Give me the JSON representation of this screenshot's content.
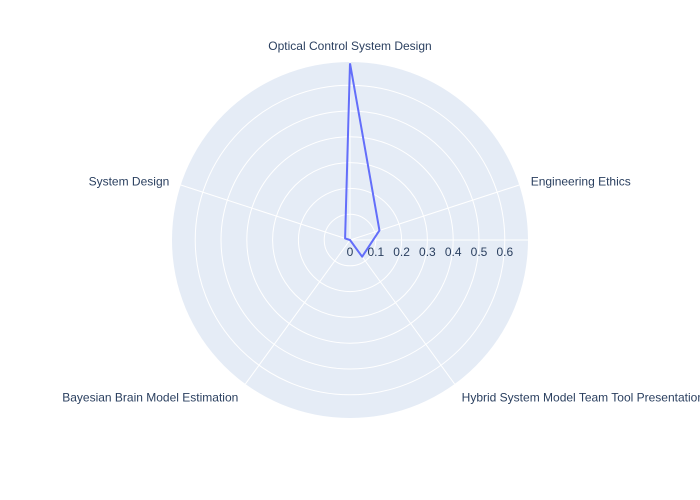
{
  "chart_data": {
    "type": "radar",
    "categories": [
      "Optical Control System Design",
      "Engineering Ethics",
      "Hybrid System Model Team Tool Presentation",
      "Bayesian Brain Model Estimation",
      "System Design"
    ],
    "series": [
      {
        "values": [
          0.685,
          0.12,
          0.08,
          0.0,
          0.02
        ]
      }
    ],
    "radial_range": [
      0,
      0.69
    ],
    "radial_ticks": [
      0,
      0.1,
      0.2,
      0.3,
      0.4,
      0.5,
      0.6
    ],
    "radial_tick_labels": [
      "0",
      "0.1",
      "0.2",
      "0.3",
      "0.4",
      "0.5",
      "0.6"
    ],
    "grid": true,
    "colors": {
      "polar_background": "#e5ecf6",
      "grid": "#ffffff",
      "series_line": "#636efa",
      "text": "#2a3f5f"
    }
  }
}
